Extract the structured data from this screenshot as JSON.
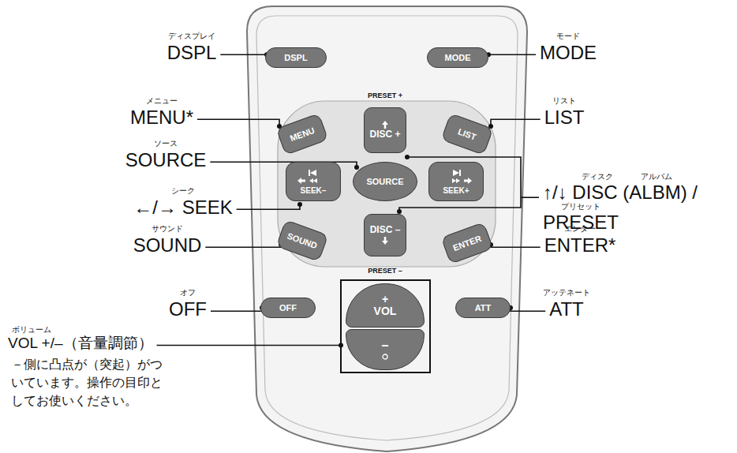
{
  "diagram": {
    "nodes": [
      {
        "text": [
          "DSPL"
        ]
      },
      {
        "text": [
          "MODE"
        ]
      },
      {
        "text": [
          "MENU"
        ]
      },
      {
        "text": [
          "DISC +"
        ]
      },
      {
        "text": [
          "LIST"
        ]
      },
      {
        "text": [
          "SEEK–"
        ]
      },
      {
        "text": [
          "SOURCE"
        ]
      },
      {
        "text": [
          "SEEK+"
        ]
      },
      {
        "text": [
          "SOUND"
        ]
      },
      {
        "text": [
          "DISC –"
        ]
      },
      {
        "text": [
          "ENTER"
        ]
      },
      {
        "text": [
          "OFF"
        ]
      },
      {
        "text": [
          "+",
          "VOL"
        ]
      },
      {
        "text": [
          "ATT"
        ]
      },
      {
        "text": [
          "–"
        ]
      }
    ],
    "labels": [
      "ディスプレイ",
      "DSPL",
      "モード",
      "MODE",
      "PRESET +",
      "メニュー",
      "MENU*",
      "リスト",
      "LIST",
      "ソース",
      "SOURCE",
      "ディスク",
      "アルバム",
      "↑/↓ DISC (ALBM) /",
      "プリセット",
      "PRESET",
      "シーク",
      "←/→ SEEK",
      "サウンド",
      "SOUND",
      "エンター",
      "ENTER*",
      "PRESET –",
      "オフ",
      "OFF",
      "アッテネート",
      "ATT",
      "ボリューム",
      "VOL +/–（音量調節）",
      "－側に凸点が（突起）がついています。操作の目印としてお使いください。"
    ]
  }
}
